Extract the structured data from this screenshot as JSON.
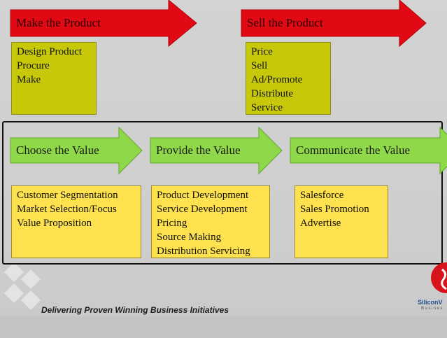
{
  "colors": {
    "red_arrow": "#e10a14",
    "green_arrow": "#8fd84a",
    "olive_box": "#c8c80a",
    "yellow_box": "#fde14f",
    "logo_red": "#d7141c"
  },
  "top_row": {
    "make": {
      "title": "Make the Product",
      "items": [
        "Design Product",
        "Procure",
        "Make"
      ]
    },
    "sell": {
      "title": "Sell the Product",
      "items": [
        "Price",
        "Sell",
        "Ad/Promote",
        "Distribute",
        "Service"
      ]
    }
  },
  "value_row": {
    "choose": {
      "title": "Choose the Value",
      "items": [
        "Customer Segmentation",
        "Market Selection/Focus",
        "Value Proposition"
      ]
    },
    "provide": {
      "title": "Provide the Value",
      "items": [
        "Product Development",
        "Service Development",
        "Pricing",
        "Source Making",
        "Distribution Servicing"
      ]
    },
    "communicate": {
      "title": "Communicate the Value",
      "items": [
        "Salesforce",
        "Sales Promotion",
        "Advertise"
      ]
    }
  },
  "footer": {
    "tagline": "Delivering Proven Winning Business Initiatives",
    "logo_text": "SiliconV",
    "logo_subtext": "Busines"
  }
}
